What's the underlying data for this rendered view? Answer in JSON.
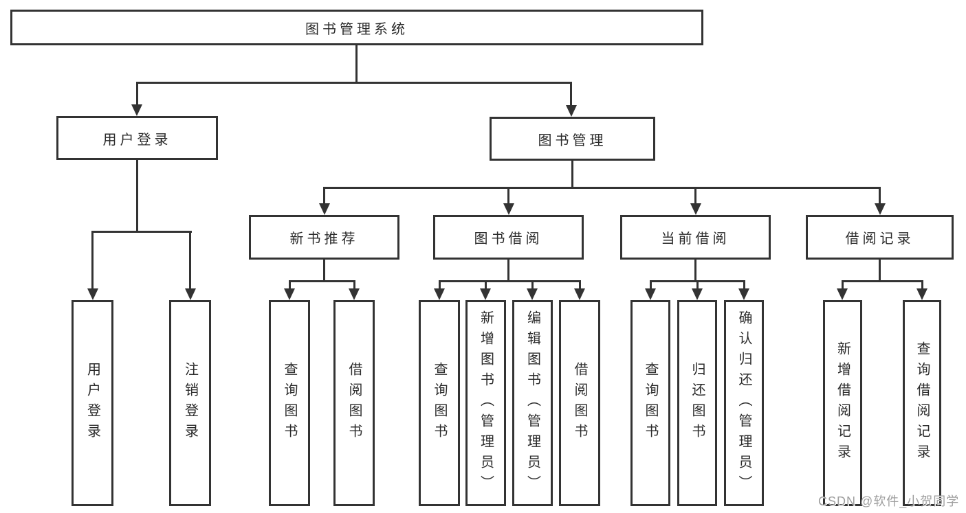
{
  "nodes": {
    "root": "图书管理系统",
    "user_login": "用户登录",
    "book_mgmt": "图书管理",
    "new_book": "新书推荐",
    "book_borrow": "图书借阅",
    "current_borrow": "当前借阅",
    "borrow_record": "借阅记录",
    "leaves": {
      "user_login": [
        "用户登录",
        "注销登录"
      ],
      "new_book": [
        "查询图书",
        "借阅图书"
      ],
      "book_borrow": [
        "查询图书",
        "新增图书（管理员）",
        "编辑图书（管理员）",
        "借阅图书"
      ],
      "current_borrow": [
        "查询图书",
        "归还图书",
        "确认归还（管理员）"
      ],
      "borrow_record": [
        "新增借阅记录",
        "查询借阅记录"
      ]
    }
  },
  "watermark": "CSDN @软件_小贺同学",
  "colors": {
    "line": "#333333",
    "text": "#2b2b2b",
    "watermark": "#9e9e9e"
  }
}
